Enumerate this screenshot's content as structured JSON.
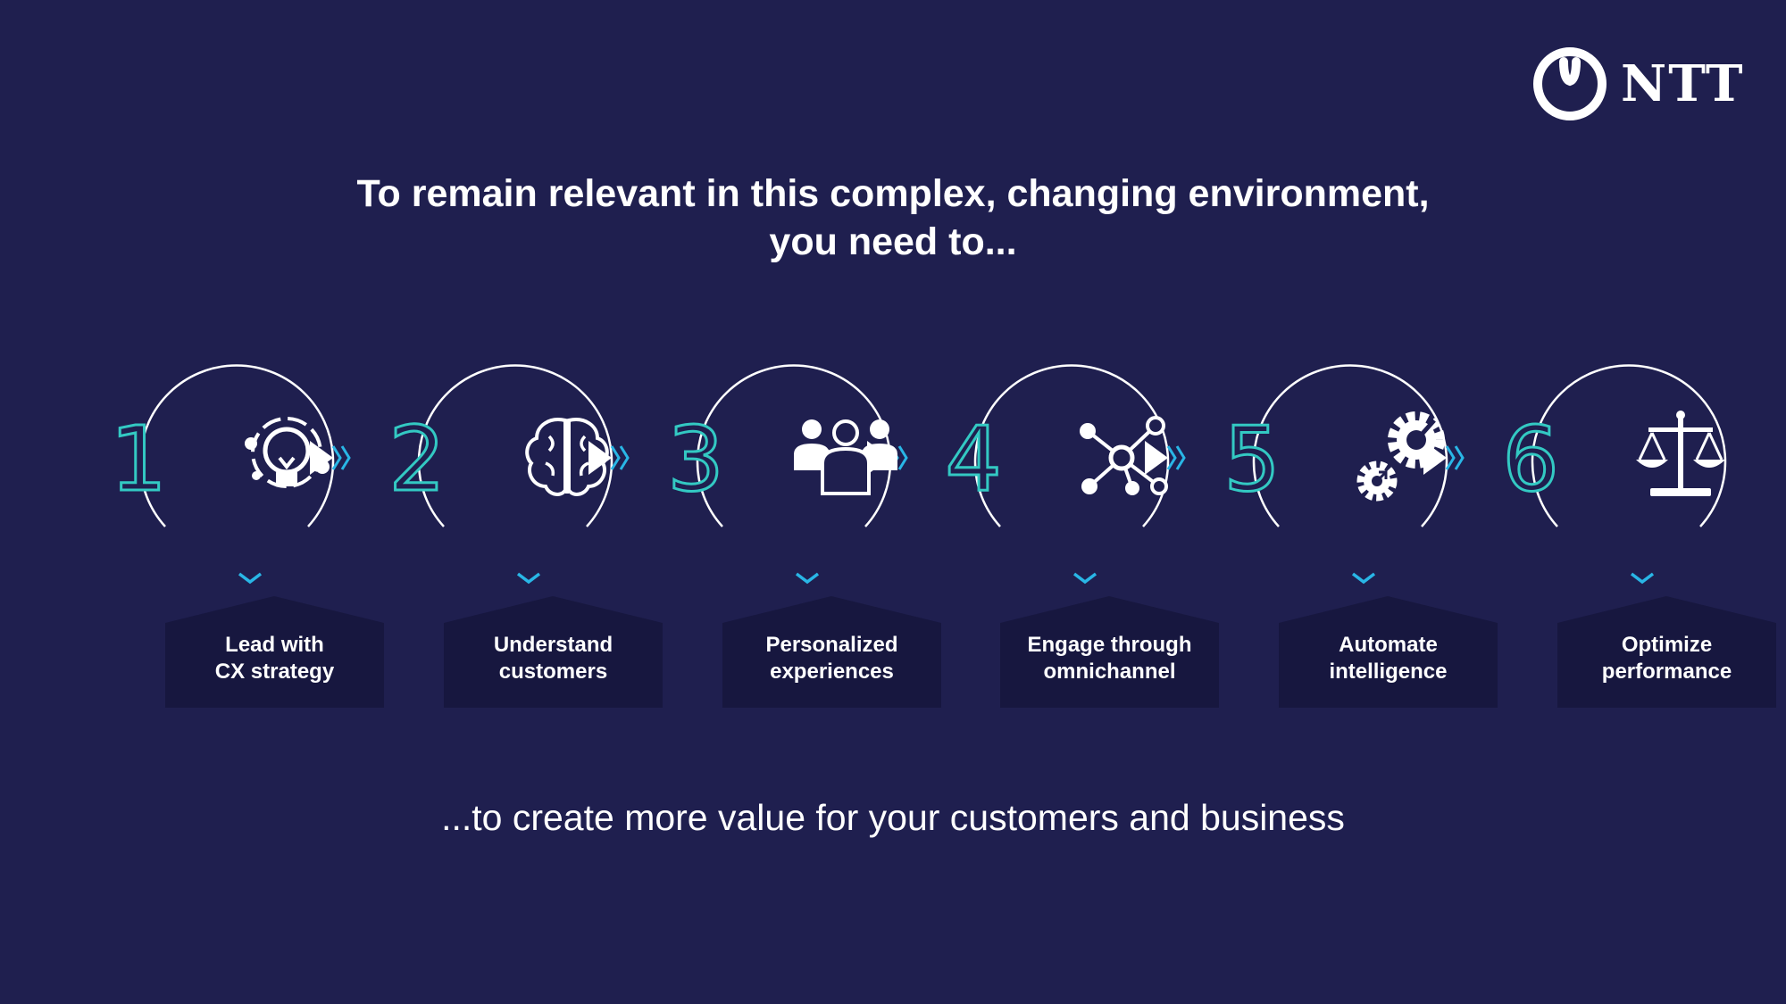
{
  "brand": {
    "name": "NTT"
  },
  "headline": {
    "line1": "To remain relevant in this complex, changing environment,",
    "line2": "you need to..."
  },
  "steps": [
    {
      "number": "1",
      "icon": "lightbulb-idea-icon",
      "label_line1": "Lead with",
      "label_line2": "CX strategy"
    },
    {
      "number": "2",
      "icon": "brain-icon",
      "label_line1": "Understand",
      "label_line2": "customers"
    },
    {
      "number": "3",
      "icon": "people-group-icon",
      "label_line1": "Personalized",
      "label_line2": "experiences"
    },
    {
      "number": "4",
      "icon": "network-nodes-icon",
      "label_line1": "Engage through",
      "label_line2": "omnichannel"
    },
    {
      "number": "5",
      "icon": "gears-automation-icon",
      "label_line1": "Automate",
      "label_line2": "intelligence"
    },
    {
      "number": "6",
      "icon": "balance-scale-icon",
      "label_line1": "Optimize",
      "label_line2": "performance"
    }
  ],
  "footer": {
    "text": "...to create more value for your customers and business"
  },
  "colors": {
    "background": "#1f1f4f",
    "number_outline": "#33c9c3",
    "arrow_accent": "#29b6e6",
    "label_box": "#17173f",
    "text": "#ffffff"
  }
}
